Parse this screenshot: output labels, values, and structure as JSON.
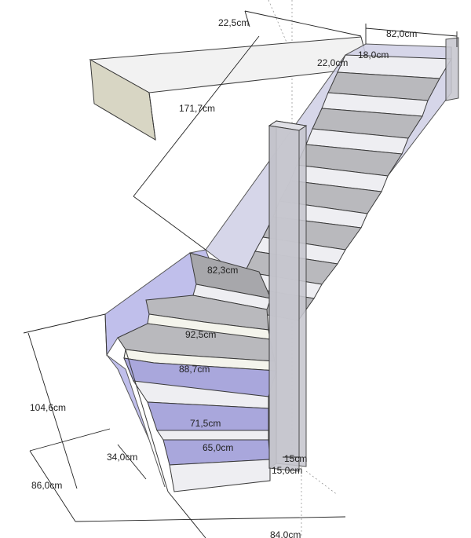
{
  "diagram": {
    "dimensions": {
      "riser_depth_top": "22,5cm",
      "stair_width_top": "82,0cm",
      "tread_depth": "22,0cm",
      "riser_height": "18,0cm",
      "beam_to_landing": "171,7cm",
      "landing_width": "82,3cm",
      "winder_1": "92,5cm",
      "winder_2": "88,7cm",
      "winder_3": "71,5cm",
      "winder_4": "65,0cm",
      "lower_height": "104,6cm",
      "bottom_step_offset": "34,0cm",
      "bottom_run": "86,0cm",
      "post_small": "15cm",
      "post_size": "15,0cm",
      "bottom_width": "84,0cm"
    },
    "colors": {
      "tread": "#b9b9bd",
      "winder_tread": "#a9a7dc",
      "wall": "#b6b5e8",
      "beam_side": "#d8d6c4",
      "riser": "#eeeef2"
    }
  }
}
